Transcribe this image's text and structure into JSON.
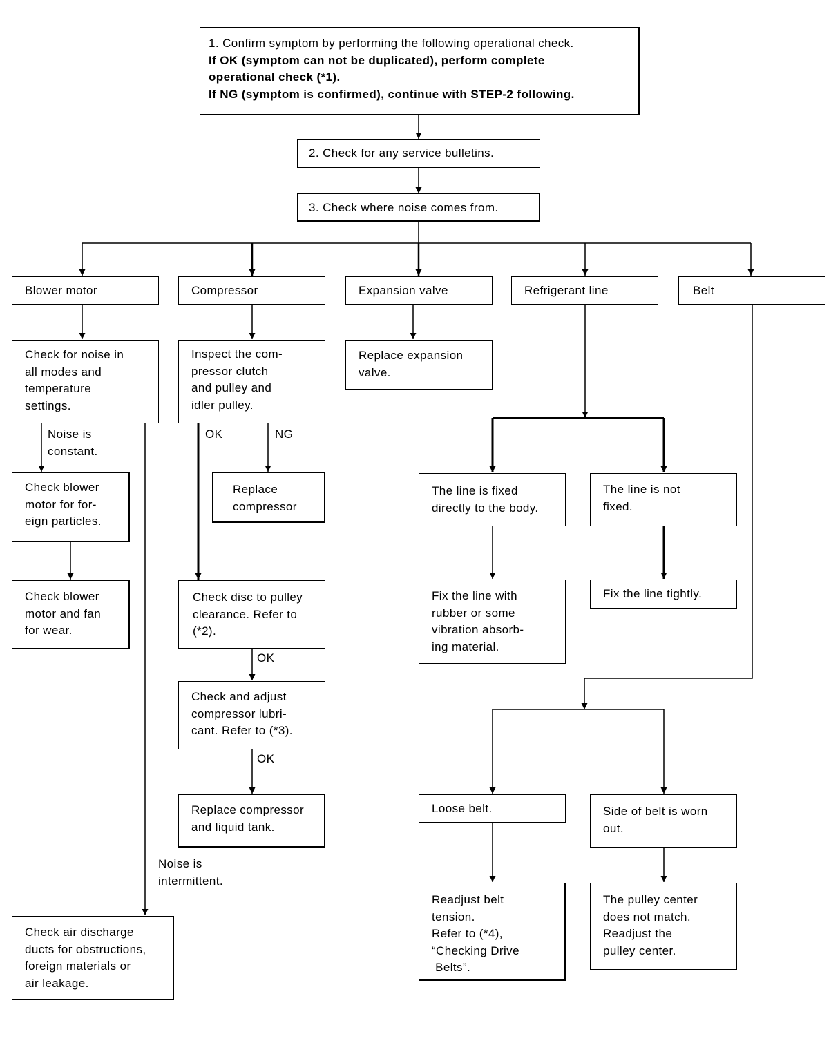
{
  "step1": {
    "line1": "1. Confirm symptom by performing the following operational check.",
    "line2": "If OK (symptom can not be duplicated), perform complete",
    "line3": "operational check (*1).",
    "line4": "If NG (symptom is confirmed), continue with STEP-2 following."
  },
  "step2": "2. Check for any service bulletins.",
  "step3": "3. Check where noise comes from.",
  "categories": {
    "blower": "Blower motor",
    "compressor": "Compressor",
    "expansion": "Expansion valve",
    "refrigerant": "Refrigerant line",
    "belt": "Belt"
  },
  "blower": {
    "check_noise": [
      "Check for noise in",
      "all modes and",
      "temperature",
      "settings."
    ],
    "constant_label": [
      "Noise is",
      "constant."
    ],
    "foreign_particles": [
      "Check blower",
      "motor for for-",
      "eign particles."
    ],
    "fan_wear": [
      "Check blower",
      "motor and fan",
      "for wear."
    ],
    "intermittent_label": [
      "Noise is",
      "intermittent."
    ],
    "air_ducts": [
      "Check air discharge",
      "ducts for obstructions,",
      "foreign materials or",
      "air leakage."
    ]
  },
  "compressor": {
    "inspect": [
      "Inspect the com-",
      "pressor clutch",
      "and pulley and",
      "idler pulley."
    ],
    "ok_label": "OK",
    "ng_label": "NG",
    "replace": [
      "Replace",
      "compressor"
    ],
    "disc_clearance": [
      "Check disc to pulley",
      "clearance. Refer to",
      "(*2)."
    ],
    "ok_label_2": "OK",
    "lubricant": [
      "Check and adjust",
      "compressor lubri-",
      "cant. Refer to (*3)."
    ],
    "ok_label_3": "OK",
    "replace_tank": [
      "Replace compressor",
      "and liquid tank."
    ]
  },
  "expansion": {
    "replace": [
      "Replace expansion",
      "valve."
    ]
  },
  "refrigerant": {
    "fixed": [
      "The line is fixed",
      "directly to the body."
    ],
    "not_fixed": [
      "The line is not",
      "fixed."
    ],
    "fix_rubber": [
      "Fix the line with",
      "rubber or some",
      "vibration absorb-",
      "ing material."
    ],
    "fix_tightly": [
      "Fix the line tightly."
    ]
  },
  "belt": {
    "loose": [
      "Loose belt."
    ],
    "worn": [
      "Side of belt is worn",
      "out."
    ],
    "readjust": [
      "Readjust belt",
      "tension.",
      "Refer to (*4),",
      "“Checking Drive",
      " Belts”."
    ],
    "pulley_center": [
      "The pulley center",
      "does not match.",
      "Readjust the",
      "pulley center."
    ]
  }
}
